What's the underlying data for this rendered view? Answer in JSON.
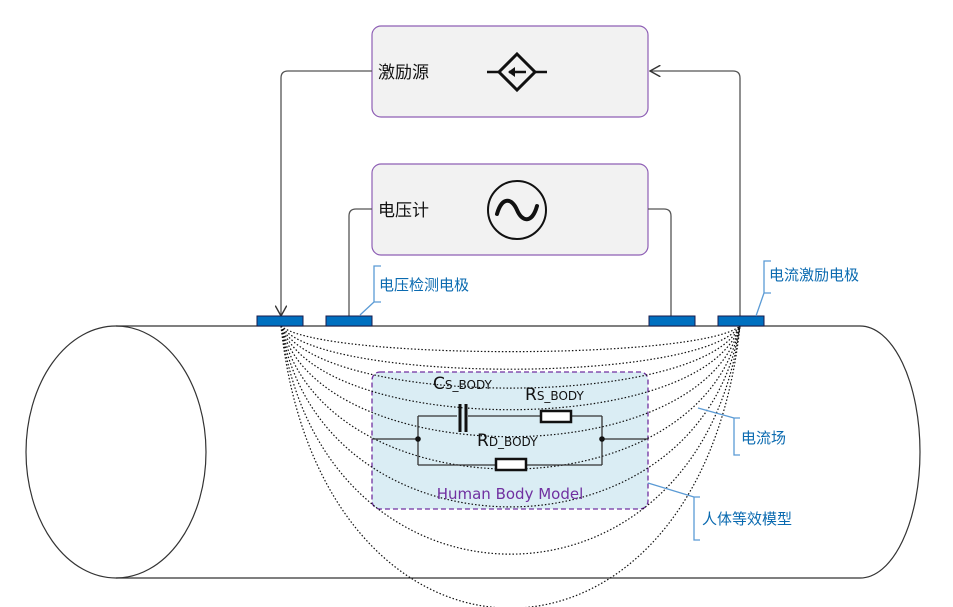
{
  "blocks": {
    "excitation_source": {
      "label": "激励源",
      "icon": "dependent-current-source-icon"
    },
    "voltmeter": {
      "label": "电压计",
      "icon": "ac-source-icon"
    }
  },
  "callouts": {
    "voltage_electrode": "电压检测电极",
    "current_electrode": "电流激励电极",
    "current_field": "电流场",
    "body_model": "人体等效模型"
  },
  "circuit": {
    "title": "Human Body Model",
    "components": [
      {
        "id": "cs",
        "symbol": "C",
        "subscript": "S_BODY",
        "type": "capacitor"
      },
      {
        "id": "rs",
        "symbol": "R",
        "subscript": "S_BODY",
        "type": "resistor"
      },
      {
        "id": "rd",
        "symbol": "R",
        "subscript": "D_BODY",
        "type": "resistor"
      }
    ]
  },
  "colors": {
    "box_fill": "#f2f2f2",
    "box_border": "#8e5fb5",
    "electrode": "#0070c0",
    "callout": "#0a6ab0",
    "model_fill": "#daedf4",
    "model_border": "#7030a0"
  }
}
